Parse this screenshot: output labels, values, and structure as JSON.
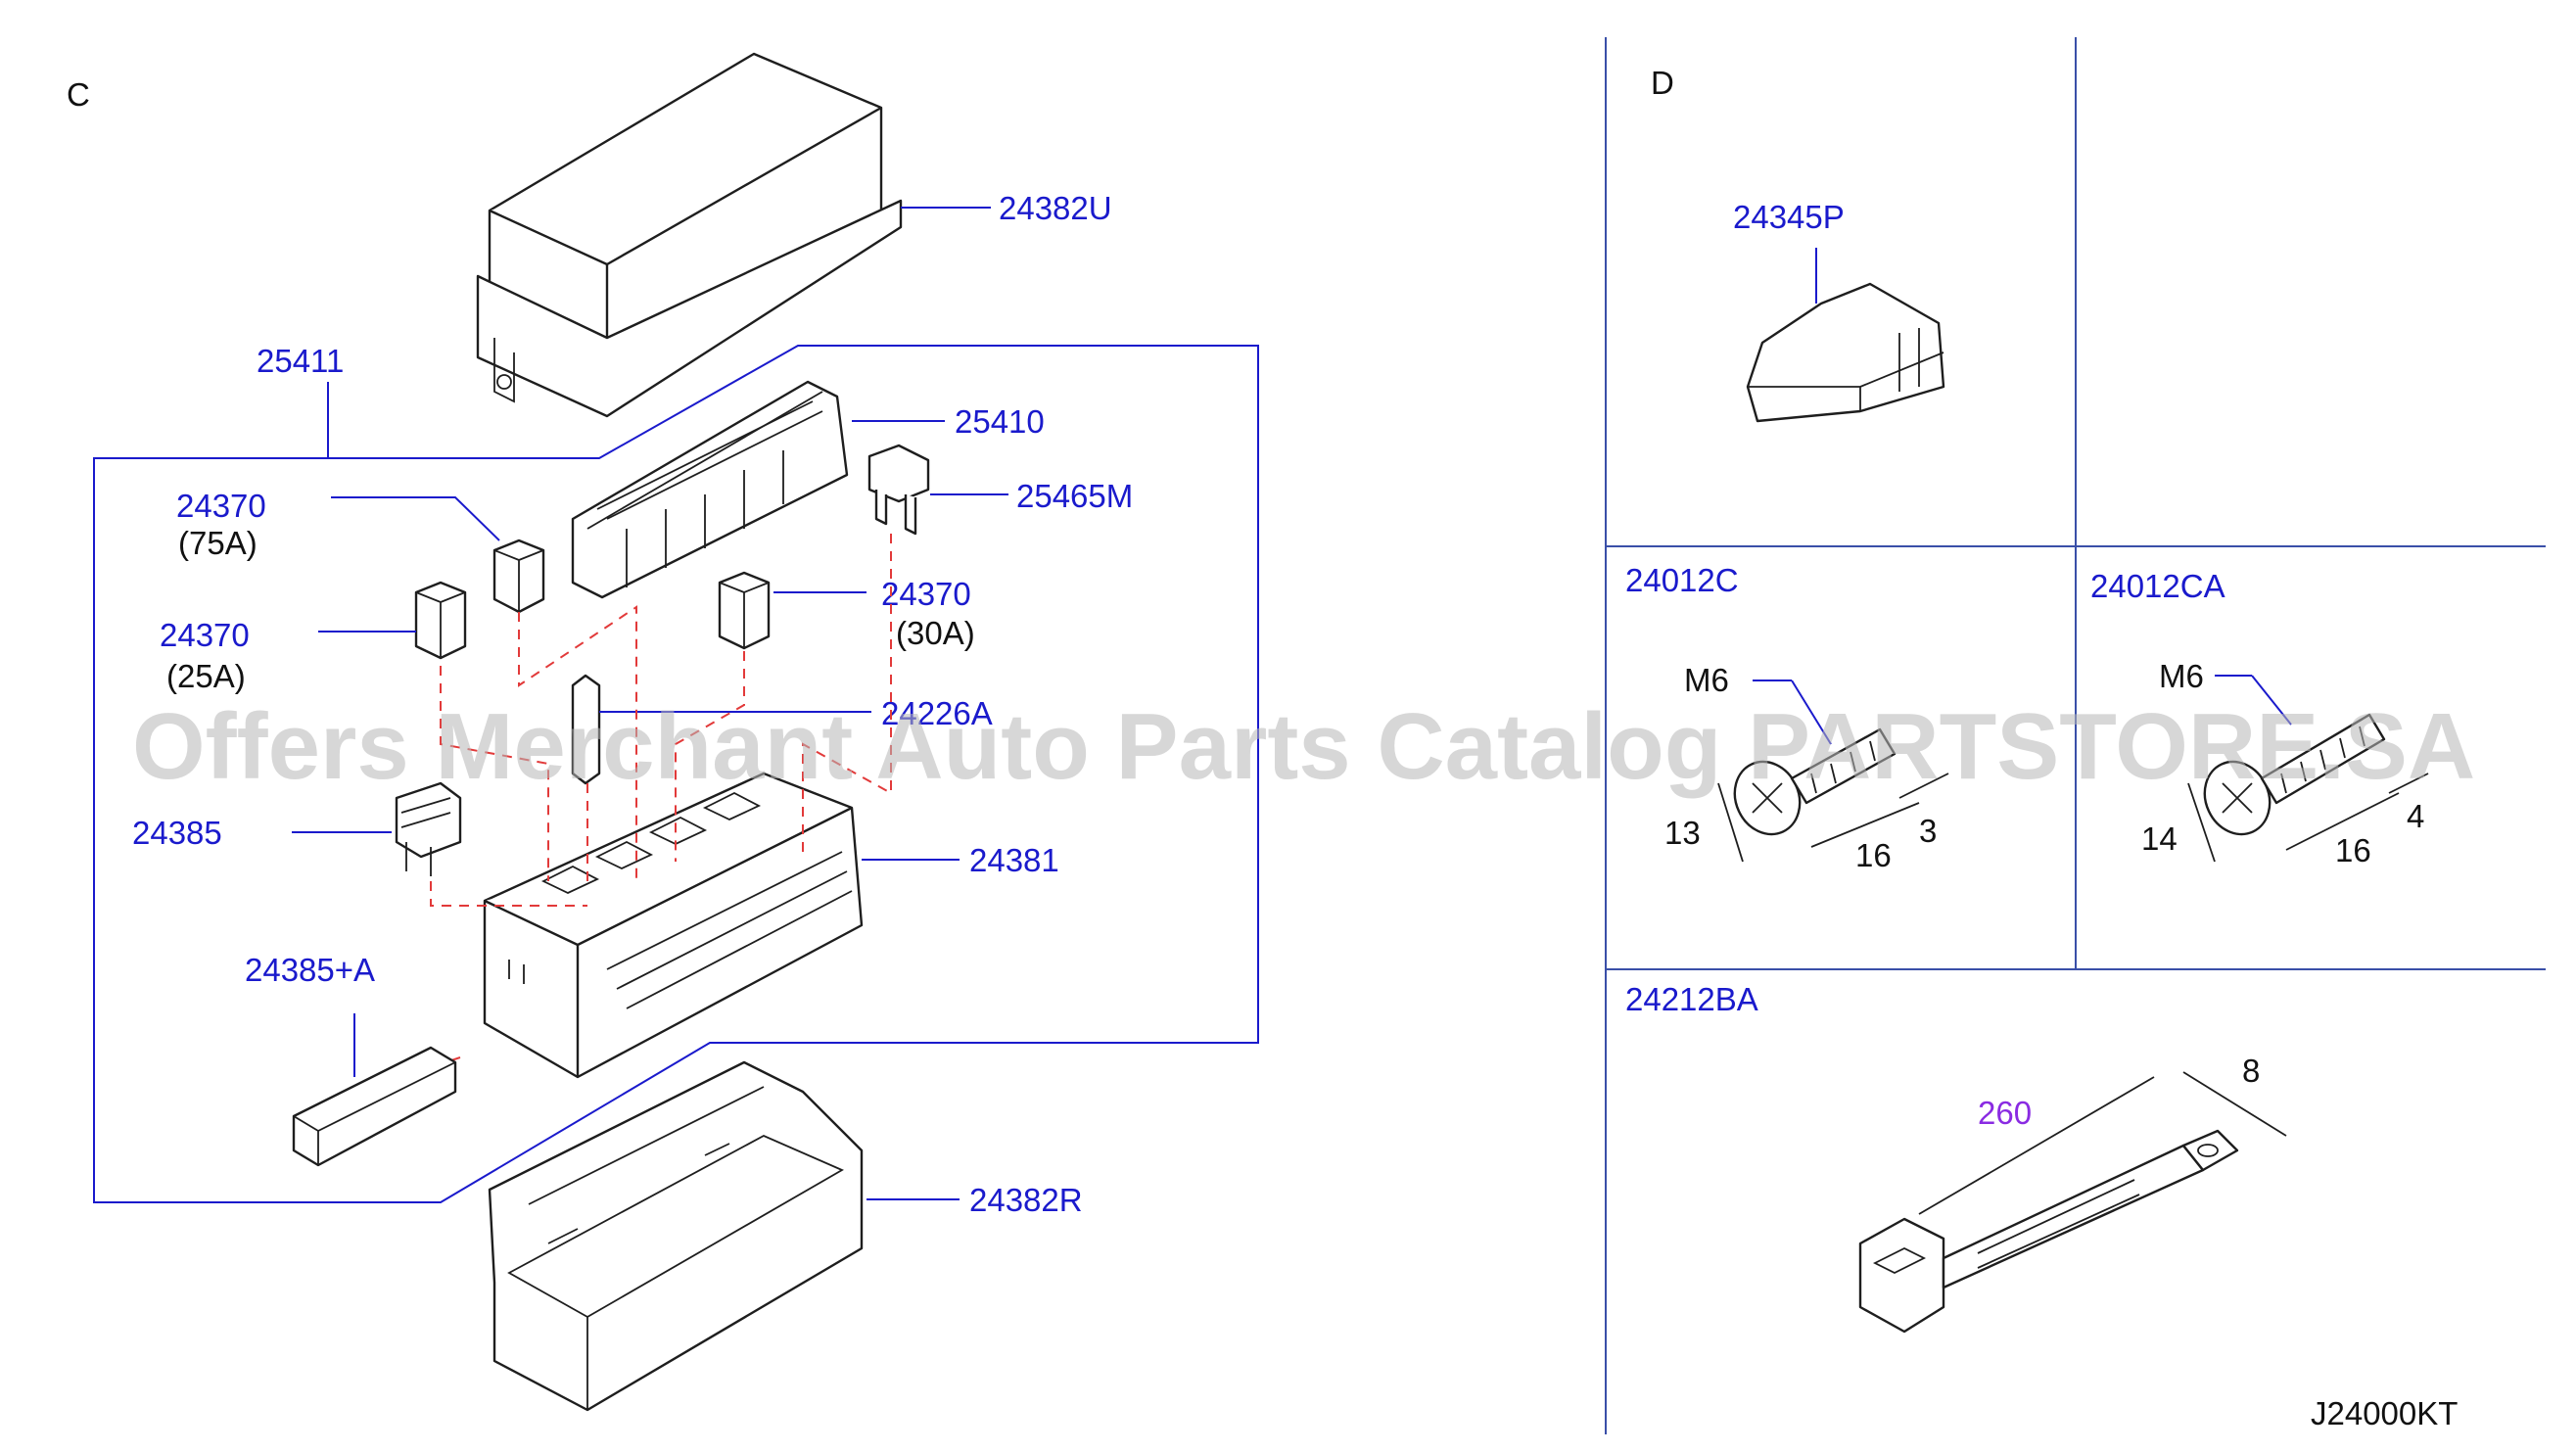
{
  "sections": {
    "c": "C",
    "d": "D"
  },
  "parts": {
    "p24382U": "24382U",
    "p25411": "25411",
    "p25410": "25410",
    "p25465M": "25465M",
    "p24370_75": "24370",
    "amp75": "(75A)",
    "p24370_25": "24370",
    "amp25": "(25A)",
    "p24370_30": "24370",
    "amp30": "(30A)",
    "p24226A": "24226A",
    "p24385": "24385",
    "p24381": "24381",
    "p24385A": "24385+A",
    "p24382R": "24382R",
    "p24345P": "24345P",
    "p24012C": "24012C",
    "p24012CA": "24012CA",
    "p24212BA": "24212BA"
  },
  "dims": {
    "m6_a": "M6",
    "d13": "13",
    "d16_a": "16",
    "d3": "3",
    "m6_b": "M6",
    "d14": "14",
    "d16_b": "16",
    "d4": "4",
    "d260": "260",
    "d8": "8"
  },
  "watermark": "Offers Merchant Auto Parts Catalog PARTSTORE.SA",
  "diagram_code": "J24000KT",
  "colors": {
    "label": "#1a1acc",
    "dashed": "#e23a3a",
    "dimension": "#8a2be2",
    "watermark": "#b8b8b8"
  }
}
